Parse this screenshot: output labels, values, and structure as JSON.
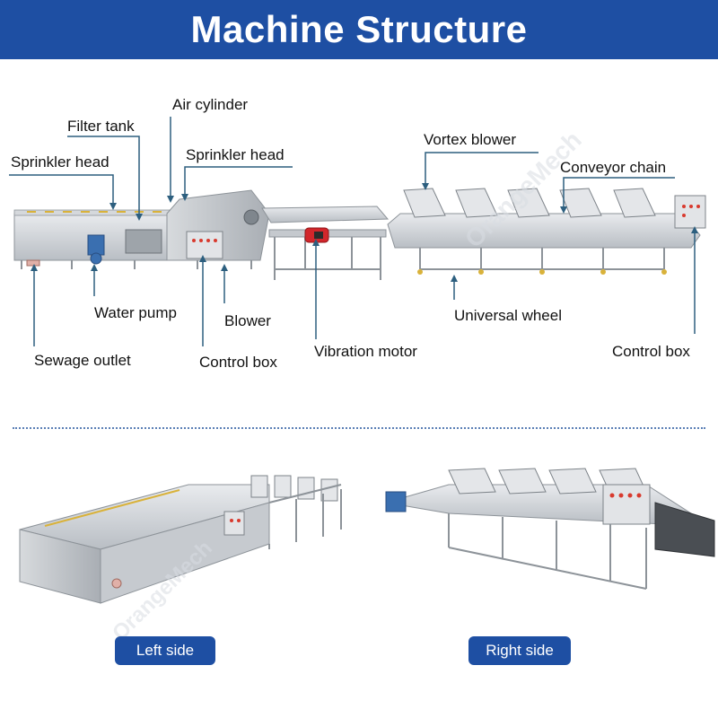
{
  "header": {
    "title": "Machine Structure"
  },
  "labels": {
    "filter_tank": "Filter tank",
    "air_cylinder": "Air cylinder",
    "sprinkler_head_left": "Sprinkler head",
    "sprinkler_head_right": "Sprinkler head",
    "water_pump": "Water pump",
    "blower": "Blower",
    "sewage_outlet": "Sewage outlet",
    "control_box_left": "Control box",
    "vibration_motor": "Vibration motor",
    "vortex_blower": "Vortex blower",
    "conveyor_chain": "Conveyor chain",
    "universal_wheel": "Universal wheel",
    "control_box_right": "Control box"
  },
  "views": {
    "left_side": "Left side",
    "right_side": "Right side"
  },
  "watermark": "OrangeMech",
  "colors": {
    "banner": "#1e4fa3",
    "leader_line": "#2d5f7f",
    "steel": "#c9ccd0",
    "steel_dark": "#8d9399",
    "motor_blue": "#3a6fb0",
    "motor_red": "#d2262b",
    "control_red_button": "#d83a2e"
  }
}
